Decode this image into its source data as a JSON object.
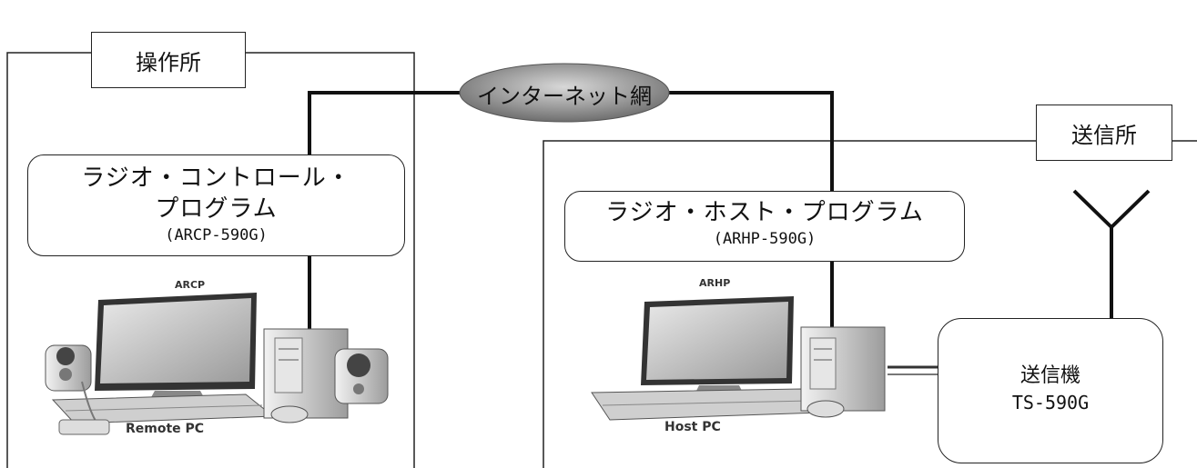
{
  "operation_site": {
    "label": "操作所"
  },
  "transmission_site": {
    "label": "送信所"
  },
  "network": {
    "label": "インターネット網"
  },
  "remote_program": {
    "title_line1": "ラジオ・コントロール・",
    "title_line2": "プログラム",
    "model": "(ARCP-590G)"
  },
  "host_program": {
    "title": "ラジオ・ホスト・プログラム",
    "model": "(ARHP-590G)"
  },
  "remote_pc": {
    "tag": "ARCP",
    "label": "Remote PC"
  },
  "host_pc": {
    "tag": "ARHP",
    "label": "Host PC"
  },
  "transmitter": {
    "name": "送信機",
    "model": "TS-590G"
  }
}
